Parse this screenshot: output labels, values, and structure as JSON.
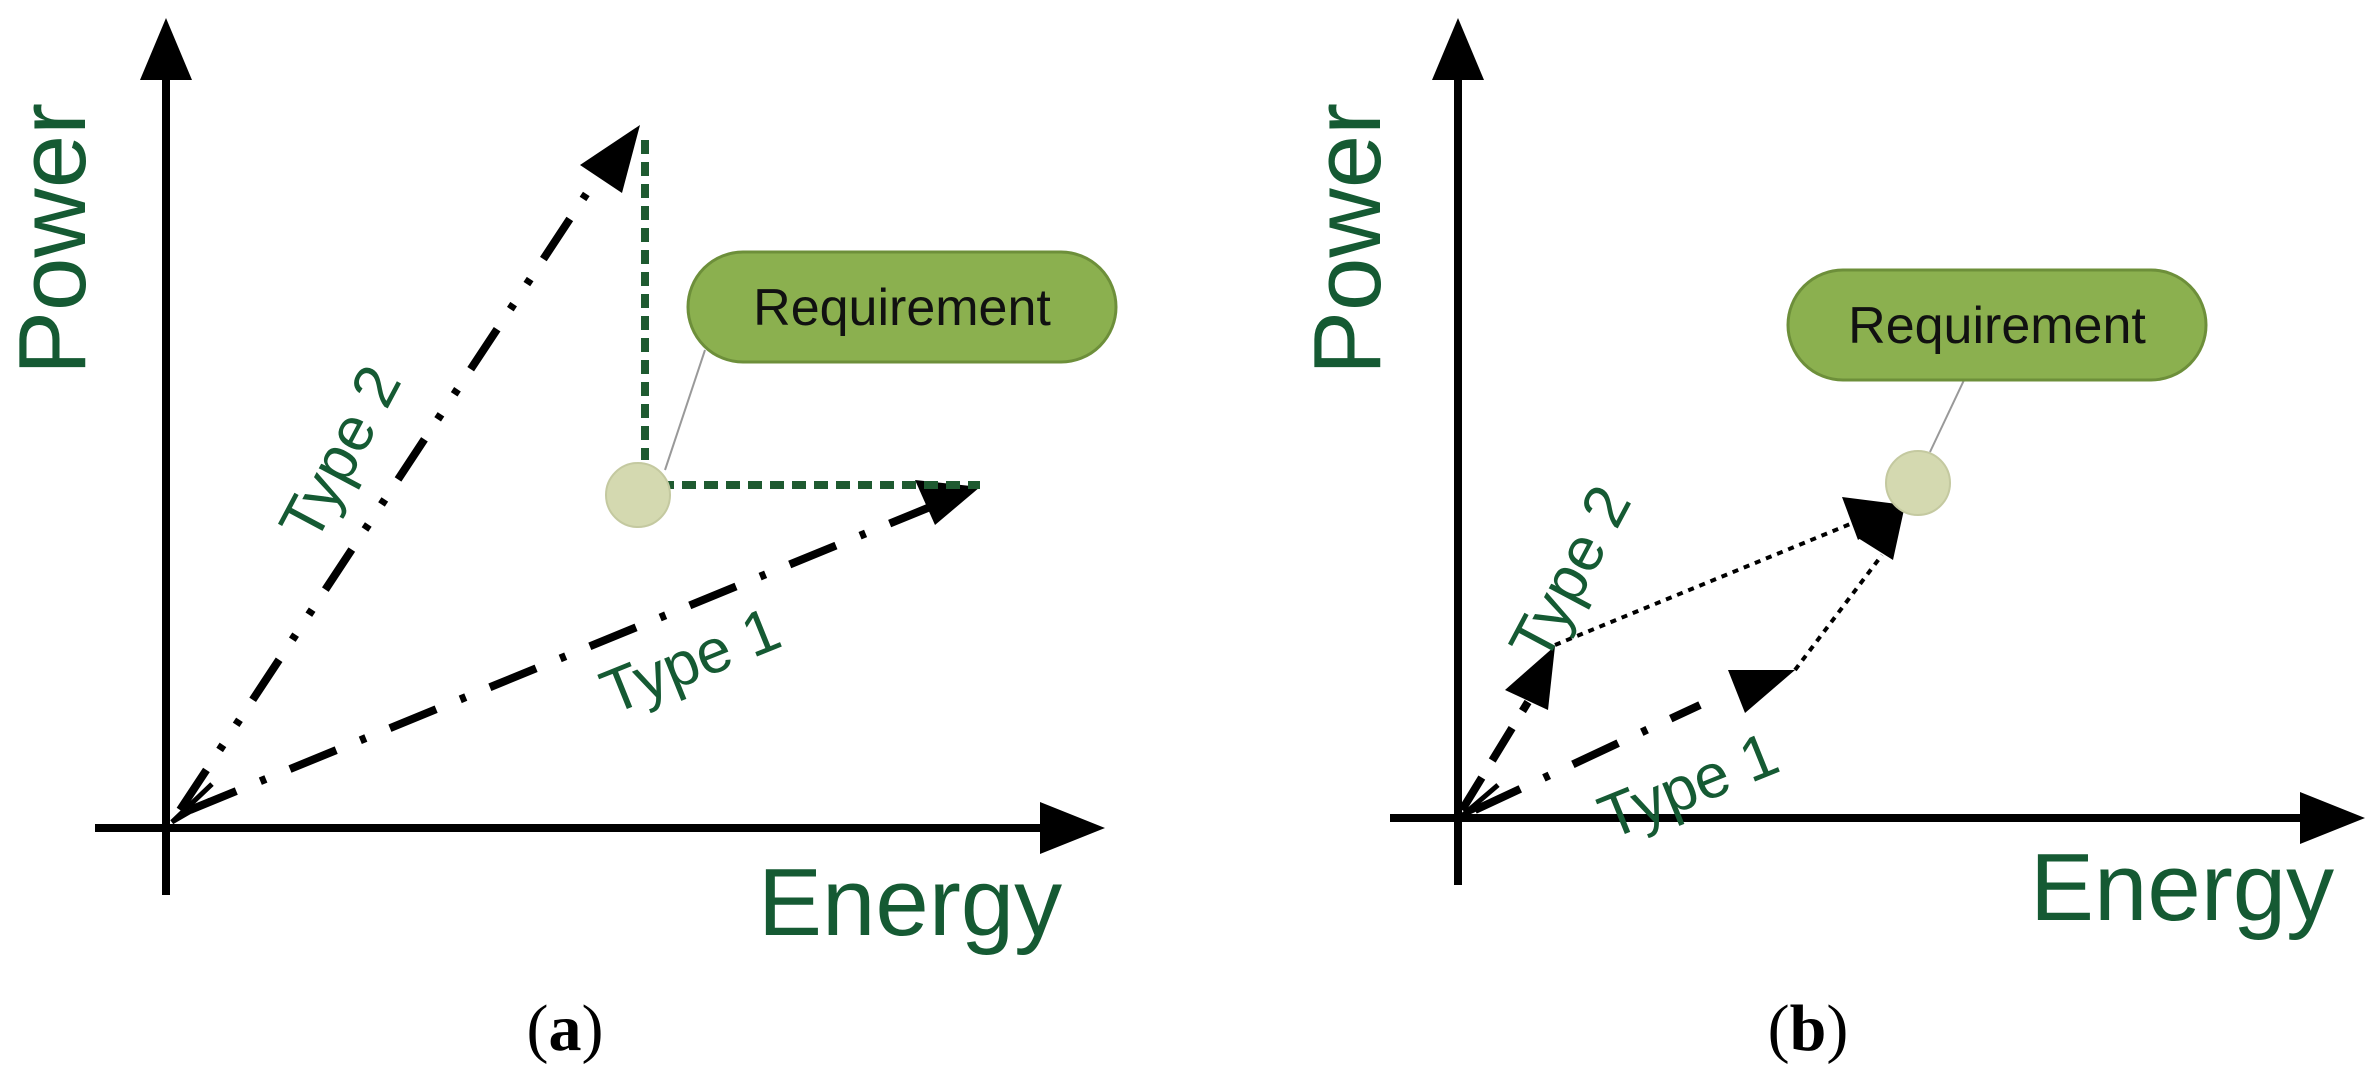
{
  "panels": [
    {
      "id": "a",
      "caption": {
        "open": "(",
        "letter": "a",
        "close": ")"
      },
      "x_axis_label": "Energy",
      "y_axis_label": "Power",
      "type1_label": "Type 1",
      "type2_label": "Type 2",
      "requirement_label": "Requirement"
    },
    {
      "id": "b",
      "caption": {
        "open": "(",
        "letter": "b",
        "close": ")"
      },
      "x_axis_label": "Energy",
      "y_axis_label": "Power",
      "type1_label": "Type 1",
      "type2_label": "Type 2",
      "requirement_label": "Requirement"
    }
  ],
  "colors": {
    "axis": "#000000",
    "label_green": "#155a33",
    "projection_dashed": "#1e5a30",
    "requirement_fill": "#8bb04f",
    "requirement_stroke": "#6d8f3a",
    "requirement_point": "#d4d9b0"
  }
}
